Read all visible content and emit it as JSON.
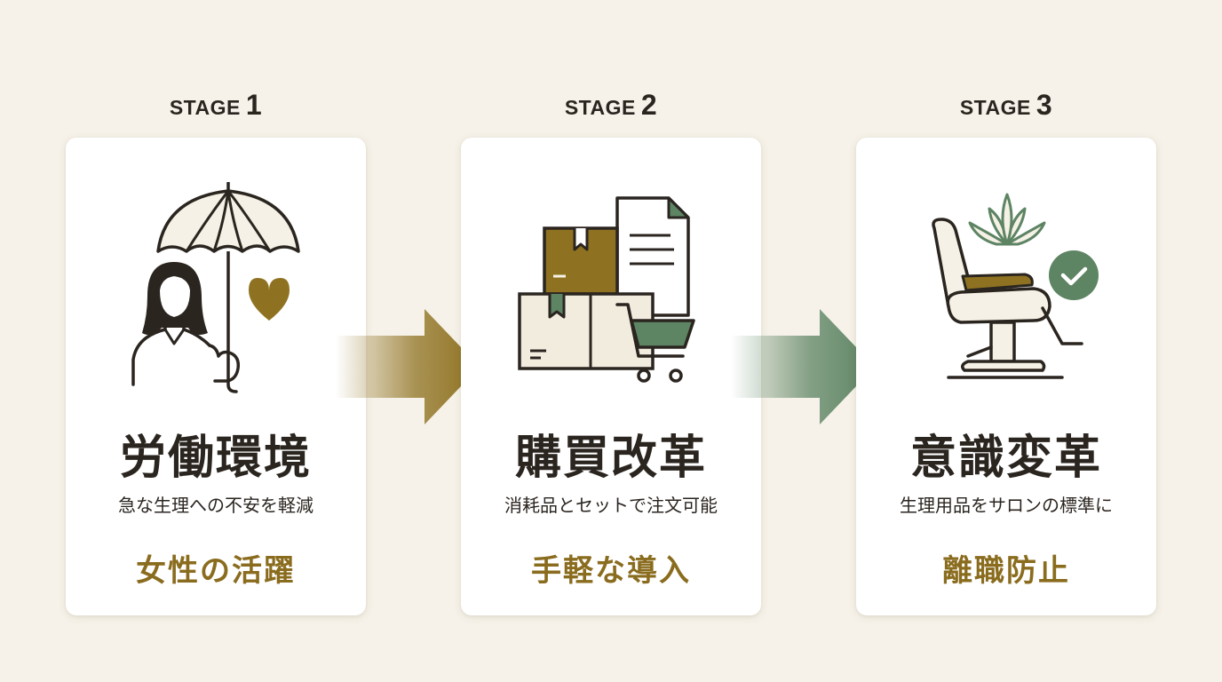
{
  "stages": [
    {
      "prefix": "STAGE",
      "number": "1",
      "icon": "woman-umbrella-heart-icon",
      "title": "労働環境",
      "description": "急な生理への不安を軽減",
      "result": "女性の活躍",
      "accent": "#8a6c1e"
    },
    {
      "prefix": "STAGE",
      "number": "2",
      "icon": "boxes-document-cart-icon",
      "title": "購買改革",
      "description": "消耗品とセットで注文可能",
      "result": "手軽な導入",
      "accent": "#8a6c1e"
    },
    {
      "prefix": "STAGE",
      "number": "3",
      "icon": "salon-chair-lotus-check-icon",
      "title": "意識変革",
      "description": "生理用品をサロンの標準に",
      "result": "離職防止",
      "accent": "#8a6c1e"
    }
  ],
  "colors": {
    "background": "#f6f2e9",
    "gold": "#8f7221",
    "green": "#5d8463",
    "dark": "#2b2520"
  }
}
